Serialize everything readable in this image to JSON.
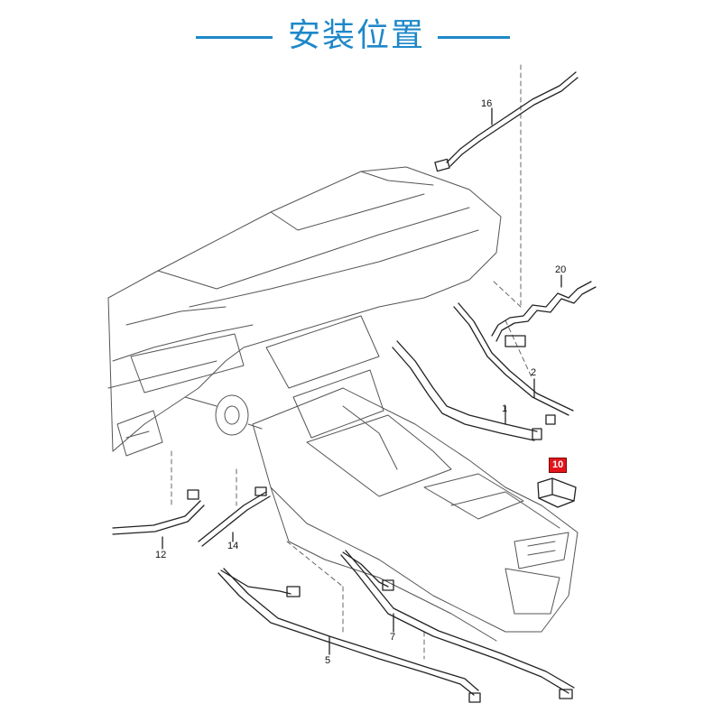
{
  "header": {
    "title": "安装位置"
  },
  "callouts": {
    "c16": "16",
    "c20": "20",
    "c2": "2",
    "c1": "1",
    "c10": "10",
    "c12": "12",
    "c14": "14",
    "c7": "7",
    "c5": "5"
  },
  "colors": {
    "accent": "#1e88c9",
    "highlight": "#e3141c",
    "line": "#333333"
  }
}
